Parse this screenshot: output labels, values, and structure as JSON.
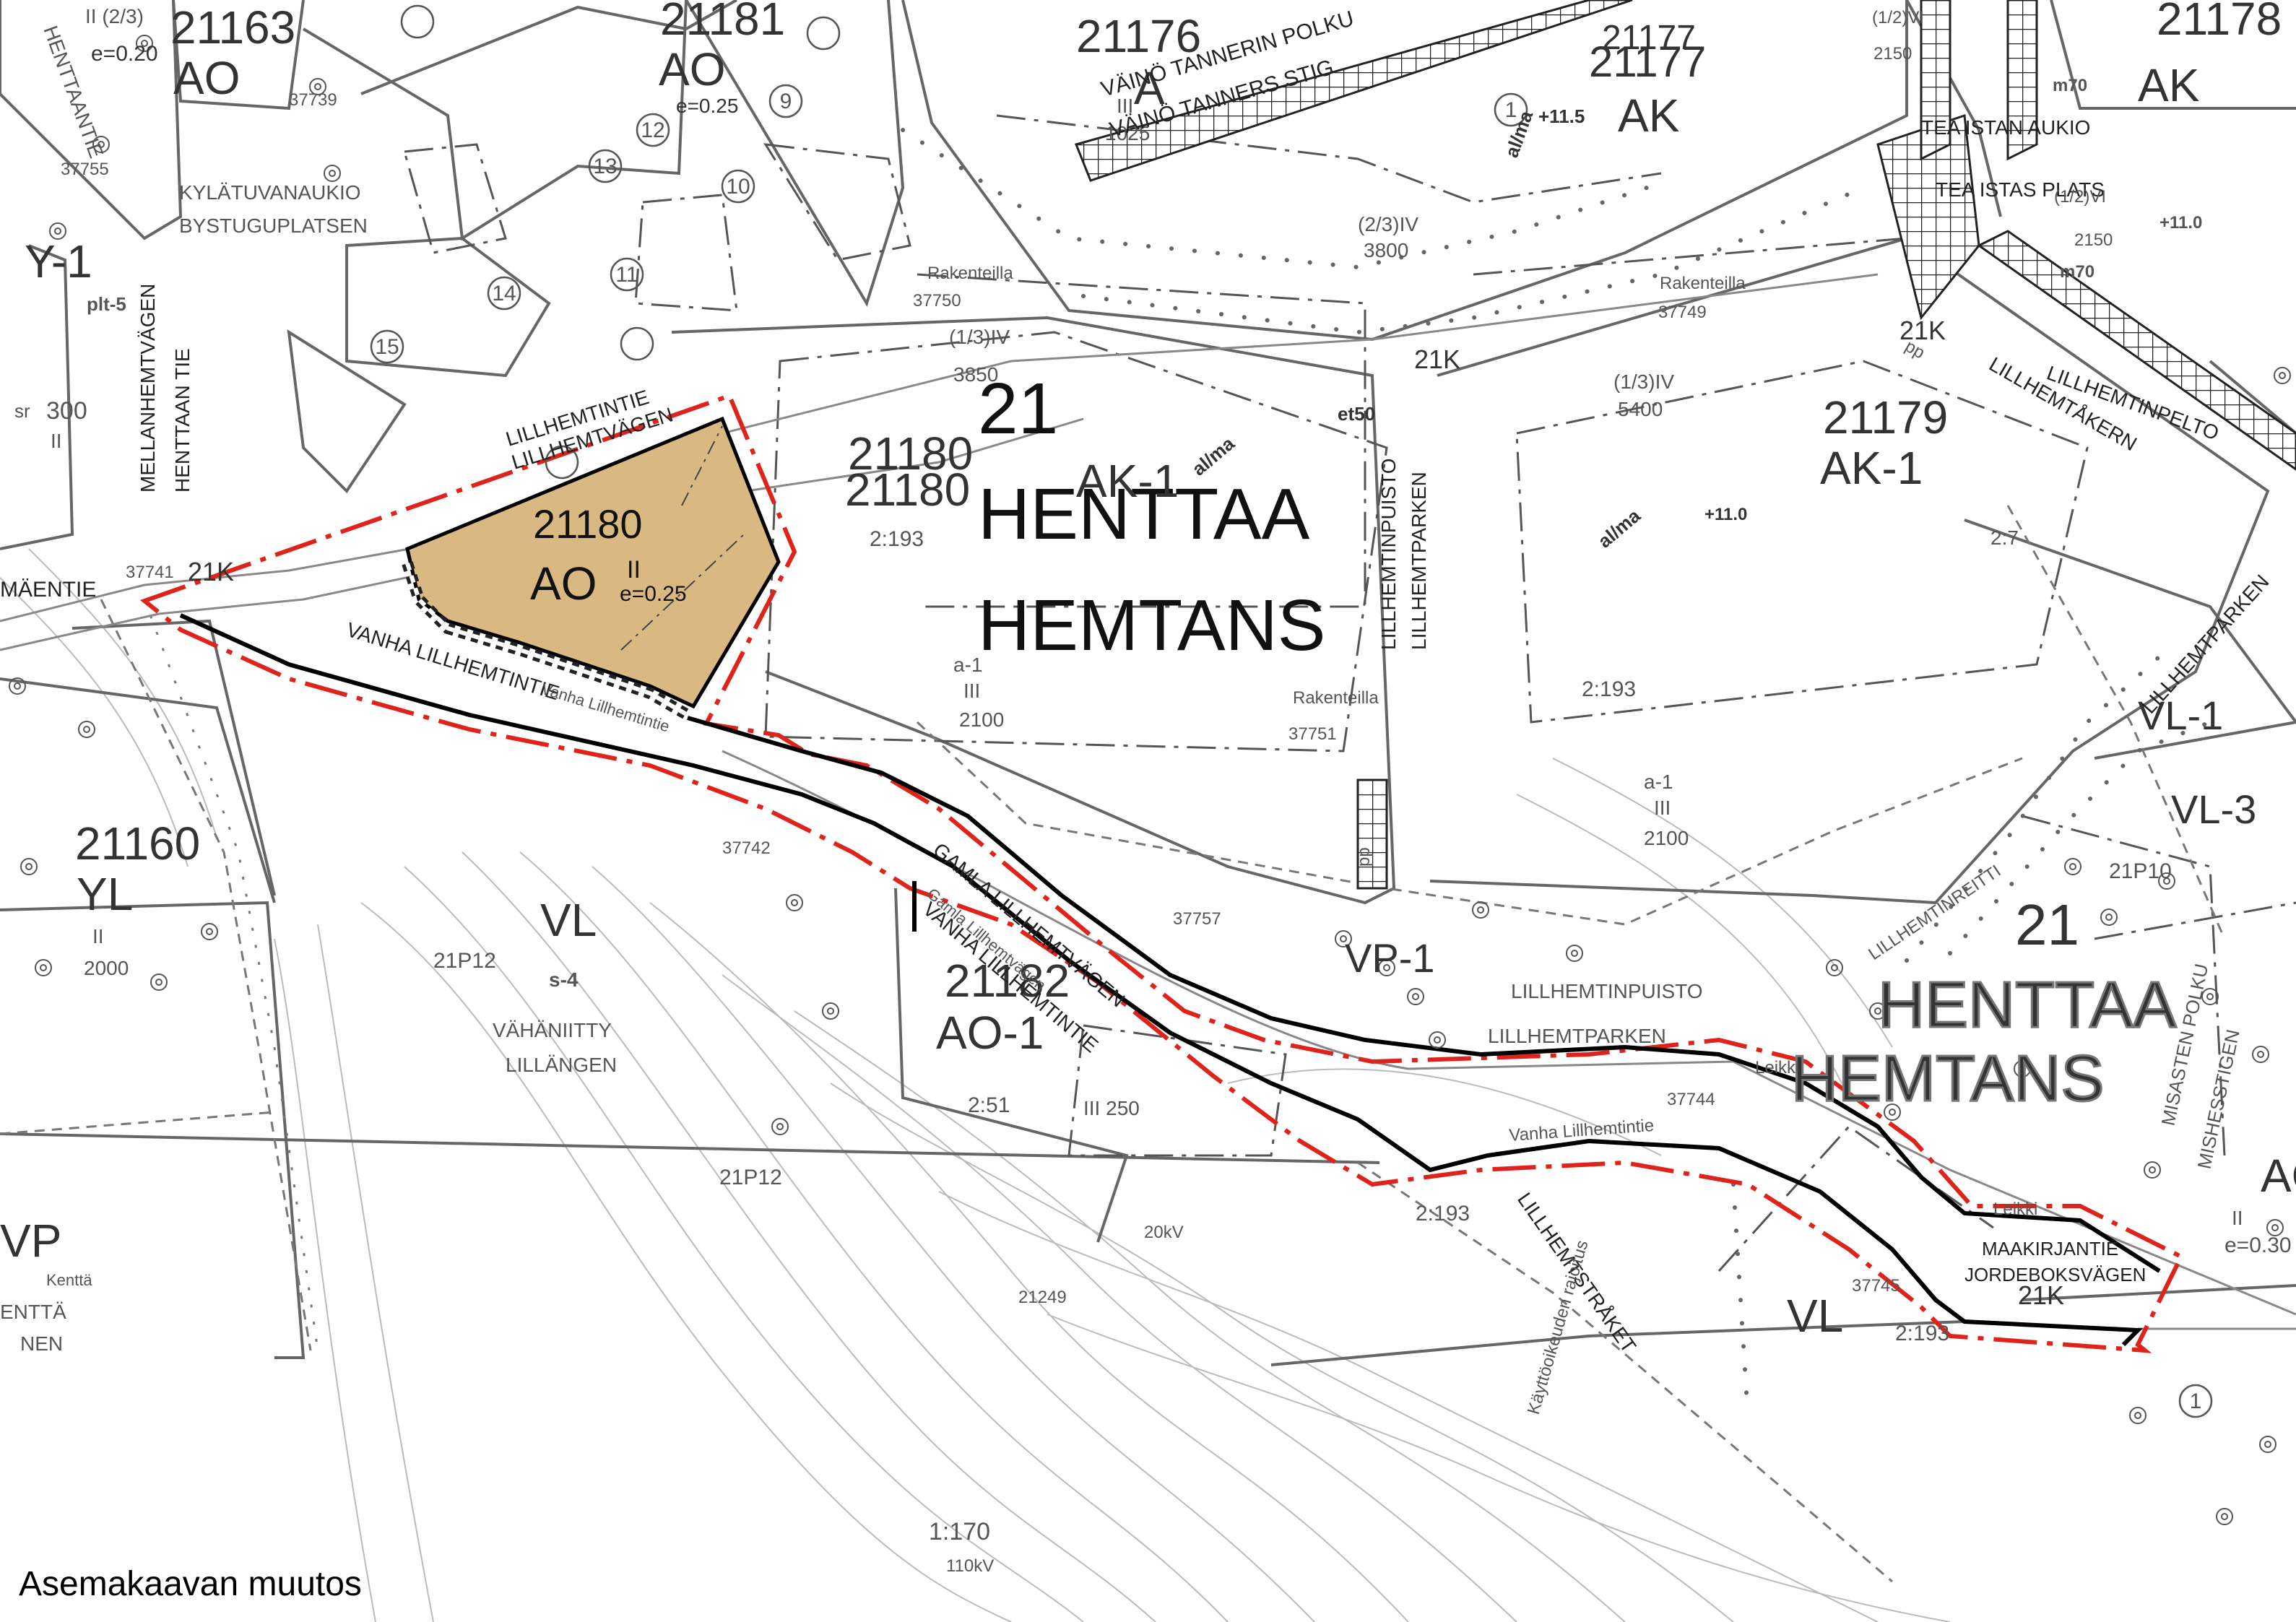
{
  "caption": "Asemakaavan muutos",
  "district": {
    "number": "21",
    "name_fi": "HENTTAA",
    "name_sv": "HEMTANS"
  },
  "changed_plot": {
    "block": "21180",
    "use": "AO",
    "floors": "II",
    "efficiency": "e=0.25",
    "fill_color": "#d9b882"
  },
  "colors": {
    "boundary": "#e0231a",
    "area_line": "#000000",
    "base_lines": "#6b6b6b"
  },
  "labels": {
    "b21163": "21163",
    "b21163_use": "AO",
    "b21163_e": "e=0.20",
    "b21163_fl": "II (2/3)",
    "b21181": "21181",
    "b21181_use": "AO",
    "b21181_e": "e=0.25",
    "b21176": "21176",
    "b21176_use": "A",
    "b21176_fl": "III",
    "b21176_area": "1025",
    "b21177": "21177",
    "b21177b": "21177",
    "b21177_use": "AK",
    "b21177_height": "+11.5",
    "b21177_alma": "al/ma",
    "b21177_fl": "(2/3)IV",
    "b21177_area": "3800",
    "b21178": "21178",
    "b21178_use": "AK",
    "b21180_main": "21180",
    "b21180_use": "AK-1",
    "b21180_fl": "(1/3)IV",
    "b21180_area": "3850",
    "b21180_parcel": "2:193",
    "b21180_a1": "a-1",
    "b21180_a1_fl": "III",
    "b21180_a1_area": "2100",
    "b21179": "21179",
    "b21179_use": "AK-1",
    "b21179_fl": "(1/3)IV",
    "b21179_area": "5400",
    "b21179_height": "+11.0",
    "b21179_parcel": "2:193",
    "b21179_p2": "2:7",
    "b21179_a1": "a-1",
    "b21179_a1_fl": "III",
    "b21179_a1_area": "2100",
    "b21160": "21160",
    "b21160_use": "YL",
    "b21160_fl": "II",
    "b21160_area": "2000",
    "b21182": "21182",
    "b21182_use": "AO-1",
    "b21182_parcel": "2:51",
    "b21182_fl": "III 250",
    "vl": "VL",
    "vl_code": "21P12",
    "vl_s4": "s-4",
    "vl_name_fi": "VÄHÄNIITTY",
    "vl_name_sv": "LILLÄNGEN",
    "vp1": "VP-1",
    "vp1_name_fi": "LILLHEMTINPUISTO",
    "vp1_name_sv": "LILLHEMTPARKEN",
    "vl_east": "VL",
    "vl_east_parcel": "2:193",
    "vl1": "VL-1",
    "vl3": "VL-3",
    "p10": "21P10",
    "henttaa2": "HENTTAA",
    "hemtans2": "HEMTANS",
    "d21b": "21",
    "ao_east": "AO",
    "ao_east_e": "e=0.30",
    "ao_east_fl": "II",
    "vp_west": "VP",
    "y1": "Y-1",
    "sr": "sr",
    "sr_area": "300",
    "sr_fl": "II",
    "plt5": "plt-5",
    "kylatuva_fi": "KYLÄTUVANAUKIO",
    "kylatuva_sv": "BYSTUGUPLATSEN",
    "henttaantie_fi": "HENTTAAN TIE",
    "henttaantie_sv": "MELLANHEMTVÄGEN",
    "lillhemtintie": "LILLHEMTINTIE",
    "lillhemtvagen": "LILLHEMTVÄGEN",
    "vanha_fi": "VANHA LILLHEMTINTIE",
    "vanha_fi_small": "Vanha Lillhemtintie",
    "gamla_fi": "GAMLA LILLHEMTVÄGEN",
    "gamla_small": "Gamla Lillhemtvägen",
    "vanha_lower": "Vanha Lillhemtintie",
    "vanha_upper_2": "VANHA LILLHEMTINTIE",
    "tanner_fi": "VÄINÖ TANNERIN POLKU",
    "tanner_sv": "VÄINÖ TANNERS STIG",
    "tea_fi": "TEA ISTAN AUKIO",
    "tea_sv": "TEA ISTAS PLATS",
    "lillhemtakern": "LILLHEMTÅKERN",
    "lillhemtinpelto": "LILLHEMTINPELTO",
    "lillhemtparken": "LILLHEMTPARKEN",
    "lillhemtinpuisto_v": "LILLHEMTINPUISTO",
    "lillhemtinreitti": "LILLHEMTINREITTI",
    "lillhemtstraket": "LILLHEMTSTRÅKET",
    "maakirjantie": "MAAKIRJANTIE",
    "jordeboksvagen": "JORDEBOKSVÄGEN",
    "misasten": "MISASTEN POLKU",
    "mishesstigen": "MISHESSTIGEN",
    "ae": "MÄENTIE",
    "k21_1": "21K",
    "k21_2": "21K",
    "k21_3": "21K",
    "k21_4": "21K",
    "k21_5": "21K",
    "r37741": "37741",
    "r37742": "37742",
    "r37750": "37750",
    "r37749": "37749",
    "r37751": "37751",
    "r37757": "37757",
    "r37744": "37744",
    "r37745": "37745",
    "r37739": "37739",
    "r37755": "37755",
    "rakenteilla1": "Rakenteilla",
    "rakenteilla2": "Rakenteilla",
    "rakenteilla3": "Rakenteilla",
    "et50": "et50",
    "alma2": "al/ma",
    "alma3": "al/ma",
    "p_21_v": "pp",
    "pp2": "pp",
    "ratio_170": "1:170",
    "p21249": "21249",
    "kv110": "110kV",
    "kv20": "20kV",
    "kaytto": "Käyttöoikeuden rajoitus",
    "leikki": "Leikki",
    "leikki2": "Leikki",
    "kentta": "Kenttä",
    "m70a": "m70",
    "m70b": "m70",
    "f2150a": "2150",
    "f2150b": "2150",
    "f12vi_a": "(1/2)VI",
    "f12vi_b": "(1/2)VI",
    "h11_0": "+11.0",
    "p2193_b": "2:193",
    "entta": "ENTTÄ",
    "nen": "NEN",
    "henttav": "HENTTAANTIE"
  },
  "icons": [
    "tree-symbol-icon",
    "protected-wall-hatch-icon"
  ]
}
